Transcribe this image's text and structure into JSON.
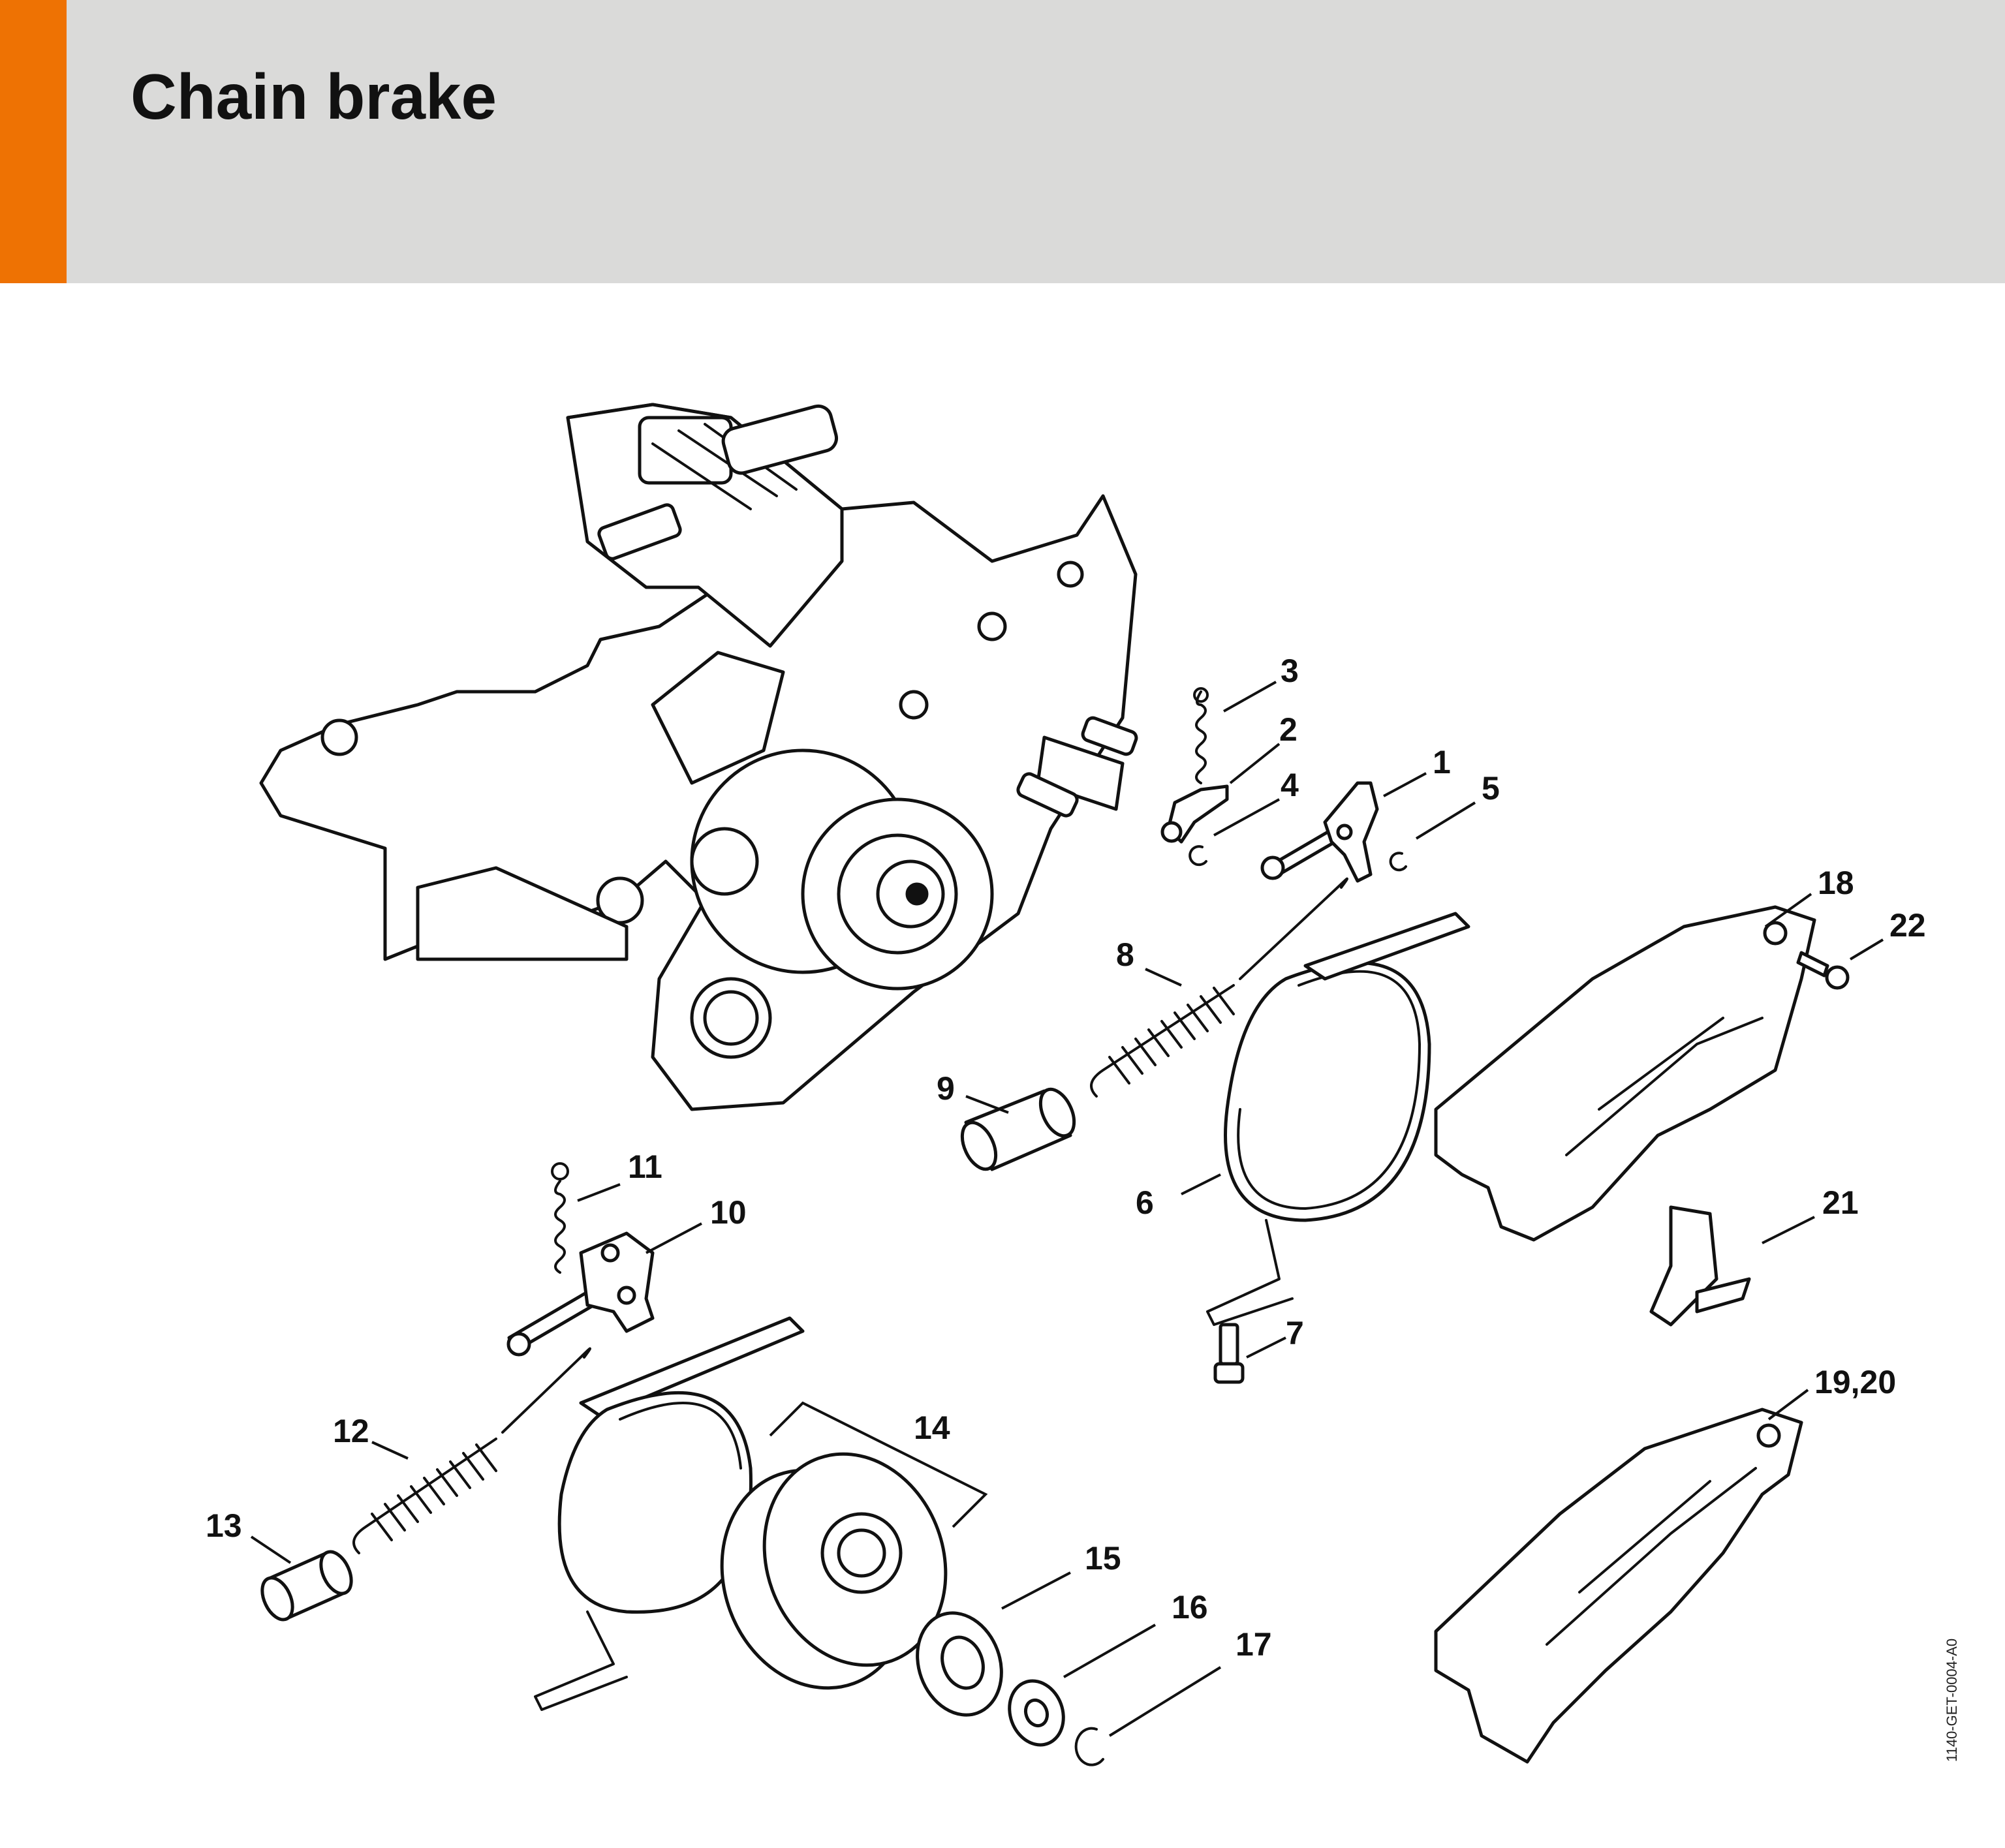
{
  "page": {
    "title": "Chain brake",
    "document_id": "1140-GET-0004-A0",
    "accent_color": "#ee7203",
    "header_color": "#dadad9"
  },
  "callouts": [
    {
      "id": "c1",
      "label": "1"
    },
    {
      "id": "c2",
      "label": "2"
    },
    {
      "id": "c3",
      "label": "3"
    },
    {
      "id": "c4",
      "label": "4"
    },
    {
      "id": "c5",
      "label": "5"
    },
    {
      "id": "c6",
      "label": "6"
    },
    {
      "id": "c7",
      "label": "7"
    },
    {
      "id": "c8",
      "label": "8"
    },
    {
      "id": "c9",
      "label": "9"
    },
    {
      "id": "c10",
      "label": "10"
    },
    {
      "id": "c11",
      "label": "11"
    },
    {
      "id": "c12",
      "label": "12"
    },
    {
      "id": "c13",
      "label": "13"
    },
    {
      "id": "c14",
      "label": "14"
    },
    {
      "id": "c15",
      "label": "15"
    },
    {
      "id": "c16",
      "label": "16"
    },
    {
      "id": "c17",
      "label": "17"
    },
    {
      "id": "c18",
      "label": "18"
    },
    {
      "id": "c19",
      "label": "19,20"
    },
    {
      "id": "c21",
      "label": "21"
    },
    {
      "id": "c22",
      "label": "22"
    }
  ]
}
